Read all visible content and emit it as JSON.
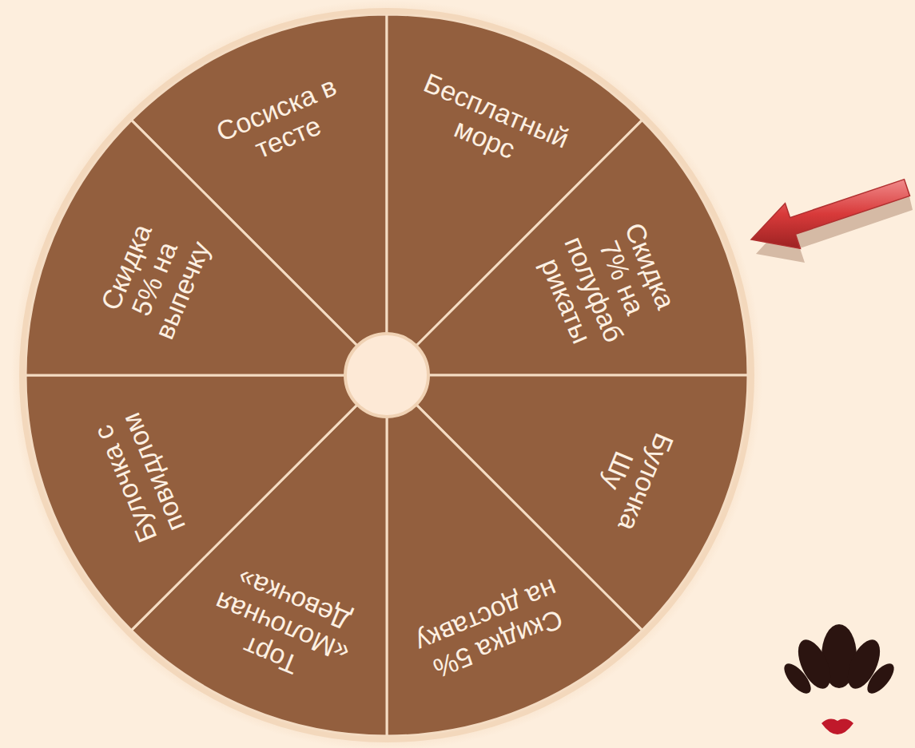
{
  "diagram": {
    "nodes": [
      {
        "text": [
          "Сосиска в тесте"
        ]
      },
      {
        "text": [
          "Бесплатный морс"
        ]
      },
      {
        "text": [
          "Скидка 7% на полуфаб рикаты"
        ]
      },
      {
        "text": [
          "Булочка Шу"
        ]
      },
      {
        "text": [
          "Скидка 5% на доставку"
        ]
      },
      {
        "text": [
          "Торт «Молочная Девочка»"
        ]
      },
      {
        "text": [
          "Булочка с повидлом"
        ]
      },
      {
        "text": [
          "Скидка 5% на выпечку"
        ]
      }
    ]
  }
}
